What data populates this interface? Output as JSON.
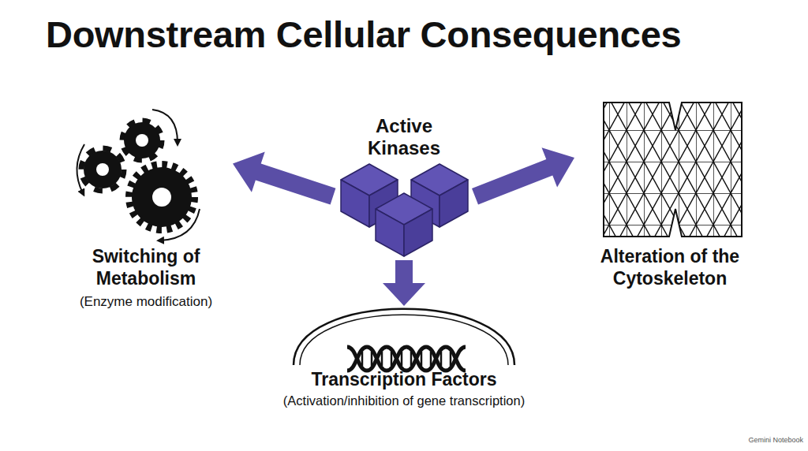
{
  "diagram": {
    "title": "Downstream Cellular Consequences",
    "nodes": [
      {
        "text": [
          "Active Kinases"
        ]
      },
      {
        "text": [
          "Switching of Metabolism",
          "(Enzyme modification)"
        ]
      },
      {
        "text": [
          "Alteration of the Cytoskeleton"
        ]
      },
      {
        "text": [
          "Transcription Factors",
          "(Activation/inhibition of gene transcription)"
        ]
      }
    ],
    "edges": [
      {
        "from": 0,
        "to": 1,
        "arrow": "to"
      },
      {
        "from": 0,
        "to": 2,
        "arrow": "to"
      },
      {
        "from": 0,
        "to": 3,
        "arrow": "to"
      }
    ],
    "labels": [
      "Gemini Notebook"
    ]
  }
}
